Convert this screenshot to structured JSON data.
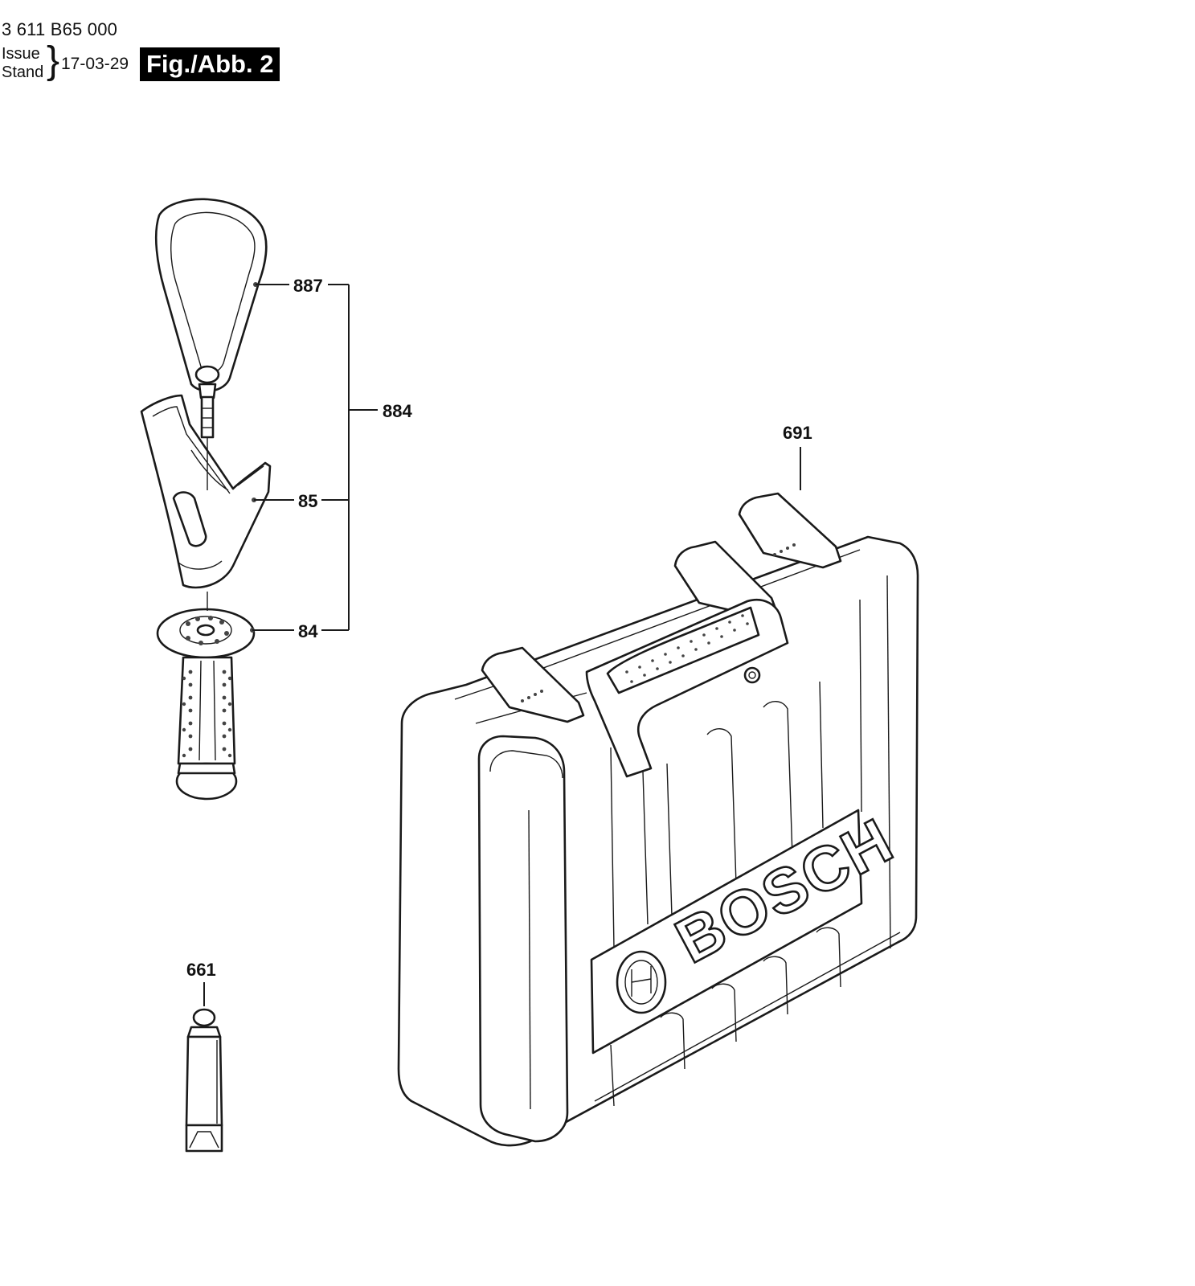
{
  "header": {
    "document_number": "3 611 B65 000",
    "issue_label_en": "Issue",
    "issue_label_de": "Stand",
    "issue_date": "17-03-29",
    "figure_label": "Fig./Abb. 2"
  },
  "callouts": {
    "part_887": "887",
    "part_884": "884",
    "part_85": "85",
    "part_84": "84",
    "part_691": "691",
    "part_661": "661"
  },
  "case_logo_text": "BOSCH"
}
